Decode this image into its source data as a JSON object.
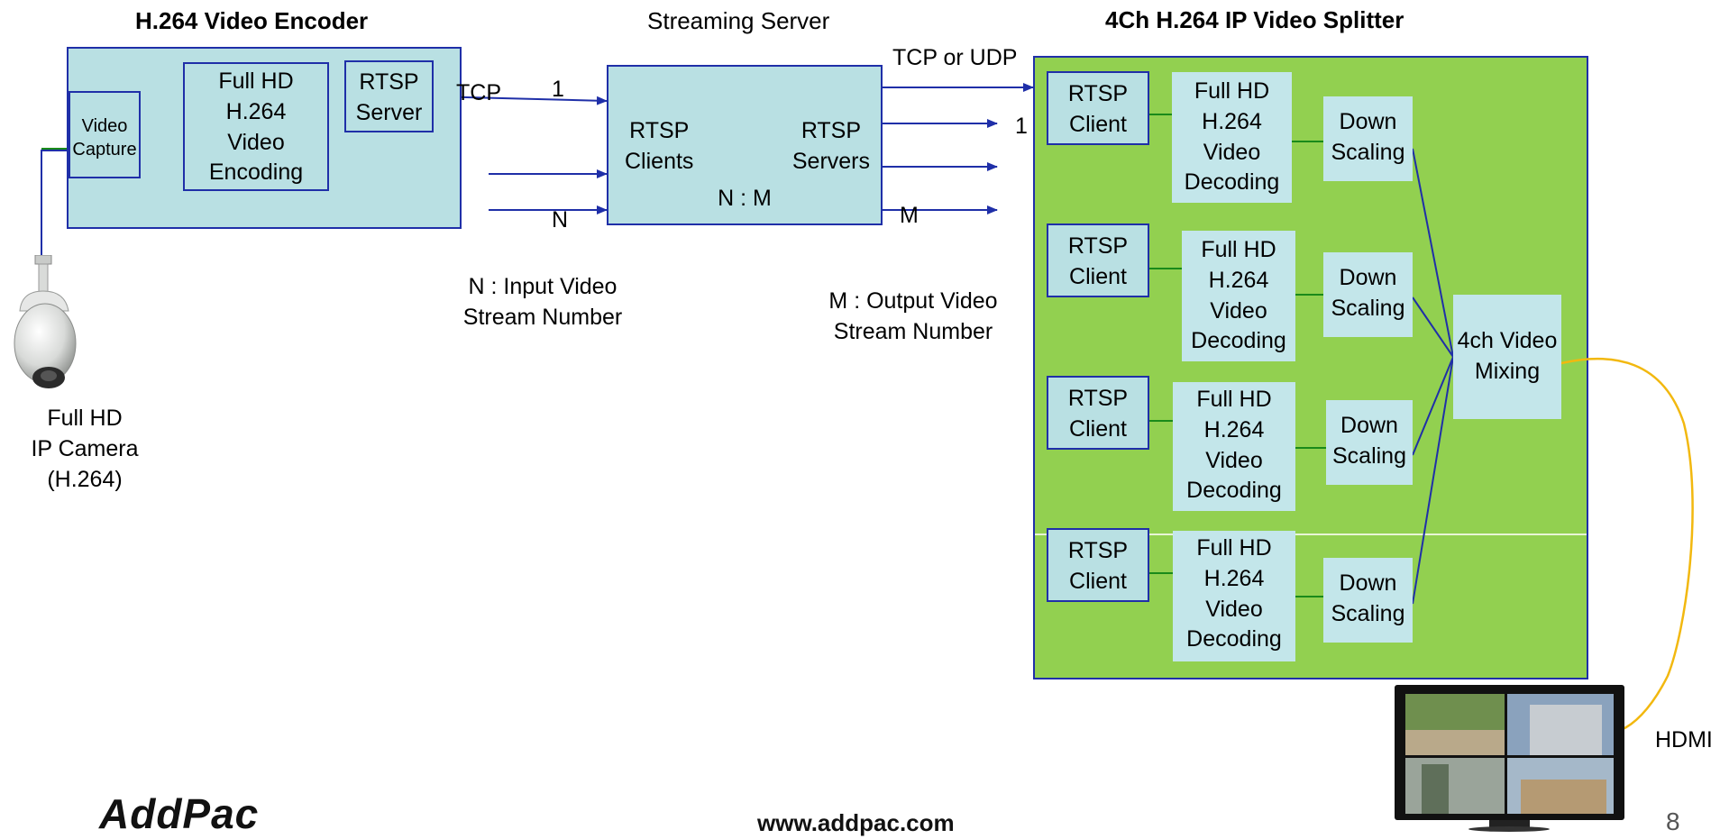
{
  "encoder": {
    "title": "H.264 Video Encoder",
    "video_capture": [
      "Video",
      "Capture"
    ],
    "encoding": [
      "Full HD",
      "H.264",
      "Video",
      "Encoding"
    ],
    "rtsp_server": [
      "RTSP",
      "Server"
    ]
  },
  "camera": {
    "label": [
      "Full HD",
      "IP Camera",
      "(H.264)"
    ]
  },
  "links": {
    "tcp": "TCP",
    "one_in": "1",
    "n_in": "N",
    "tcp_or_udp": "TCP or UDP",
    "one_out": "1",
    "m_out": "M"
  },
  "server": {
    "title": "Streaming Server",
    "rtsp_clients": [
      "RTSP",
      "Clients"
    ],
    "rtsp_servers": [
      "RTSP",
      "Servers"
    ],
    "ratio": "N : M"
  },
  "notes": {
    "input": [
      "N : Input Video",
      "Stream Number"
    ],
    "output": [
      "M : Output Video",
      "Stream Number"
    ]
  },
  "splitter": {
    "title": "4Ch H.264 IP Video Splitter",
    "channels": [
      {
        "client": [
          "RTSP",
          "Client"
        ],
        "decoding": [
          "Full HD",
          "H.264",
          "Video",
          "Decoding"
        ],
        "scaling": [
          "Down",
          "Scaling"
        ]
      },
      {
        "client": [
          "RTSP",
          "Client"
        ],
        "decoding": [
          "Full HD",
          "H.264",
          "Video",
          "Decoding"
        ],
        "scaling": [
          "Down",
          "Scaling"
        ]
      },
      {
        "client": [
          "RTSP",
          "Client"
        ],
        "decoding": [
          "Full HD",
          "H.264",
          "Video",
          "Decoding"
        ],
        "scaling": [
          "Down",
          "Scaling"
        ]
      },
      {
        "client": [
          "RTSP",
          "Client"
        ],
        "decoding": [
          "Full HD",
          "H.264",
          "Video",
          "Decoding"
        ],
        "scaling": [
          "Down",
          "Scaling"
        ]
      }
    ],
    "mixing": [
      "4ch Video",
      "Mixing"
    ]
  },
  "hdmi": "HDMI",
  "footer": {
    "logo": "AddPac",
    "url": "www.addpac.com",
    "page": "8"
  },
  "colors": {
    "green_panel": "#92d050",
    "box_fill": "#b9e0e3",
    "border_blue": "#1f2fa8",
    "connector_green": "#1a8a1a",
    "hdmi_cable": "#f2b80f"
  }
}
